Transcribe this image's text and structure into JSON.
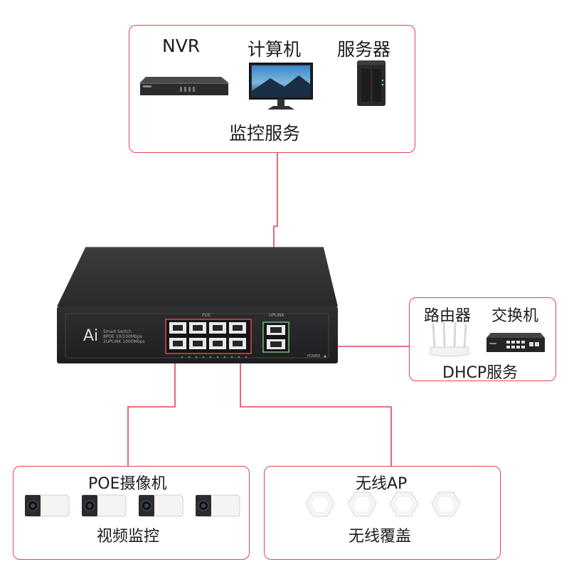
{
  "monitoring": {
    "nvr_label": "NVR",
    "computer_label": "计算机",
    "server_label": "服务器",
    "caption": "监控服务"
  },
  "uplink_devices": {
    "router_label": "路由器",
    "switch_label": "交换机",
    "caption": "DHCP服务"
  },
  "cameras": {
    "title": "POE摄像机",
    "caption": "视频监控",
    "count": 4
  },
  "wireless": {
    "title": "无线AP",
    "caption": "无线覆盖",
    "count": 4
  },
  "main_switch": {
    "logo": "Ai",
    "model_line1": "Smart Switch",
    "model_line2": "8POE 10/100Mbps",
    "model_line3": "2UPLINK 1000Mbps",
    "poe_label": "POE",
    "uplink_label": "UPLINK",
    "power_label": "POWER",
    "poe_port_count": 8,
    "uplink_port_count": 2
  },
  "colors": {
    "accent_red": "#e0464f",
    "device_dark": "#2e2e30"
  }
}
